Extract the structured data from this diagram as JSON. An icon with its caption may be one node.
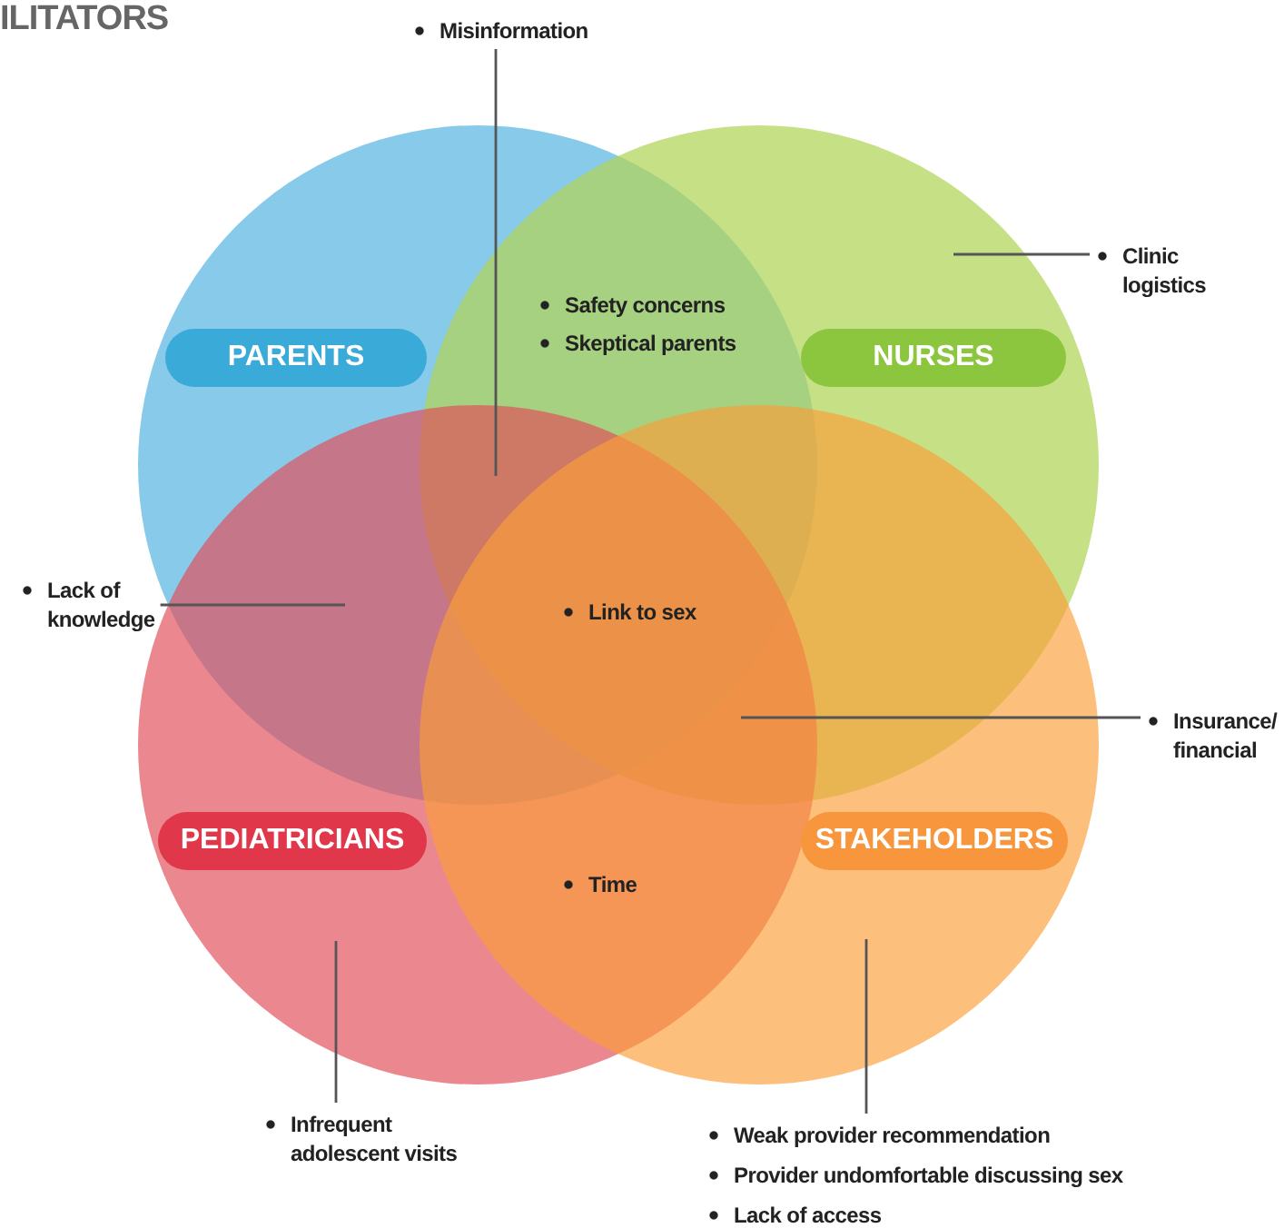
{
  "diagram": {
    "title": "ILITATORS",
    "nodes": [
      {
        "text": [
          "PARENTS"
        ]
      },
      {
        "text": [
          "NURSES"
        ]
      },
      {
        "text": [
          "PEDIATRICIANS"
        ]
      },
      {
        "text": [
          "STAKEHOLDERS"
        ]
      },
      {
        "text": [
          "Misinformation"
        ]
      },
      {
        "text": [
          "Clinic logistics"
        ]
      },
      {
        "text": [
          "Lack of knowledge"
        ]
      },
      {
        "text": [
          "Insurance/ financial"
        ]
      },
      {
        "text": [
          "Infrequent adolescent visits"
        ]
      },
      {
        "text": [
          "Weak provider recommendation",
          "Provider undomfortable discussing sex",
          "Lack of access"
        ]
      }
    ],
    "edges": [
      {
        "from": 4,
        "to": 0,
        "arrow": "none"
      },
      {
        "from": 5,
        "to": 1,
        "arrow": "none"
      },
      {
        "from": 6,
        "to": 0,
        "arrow": "none"
      },
      {
        "from": 7,
        "to": 0,
        "arrow": "none"
      },
      {
        "from": 8,
        "to": 2,
        "arrow": "none"
      },
      {
        "from": 9,
        "to": 3,
        "arrow": "none"
      }
    ],
    "labels": [
      "Safety concerns",
      "Skeptical parents",
      "Link to sex",
      "Time"
    ]
  }
}
